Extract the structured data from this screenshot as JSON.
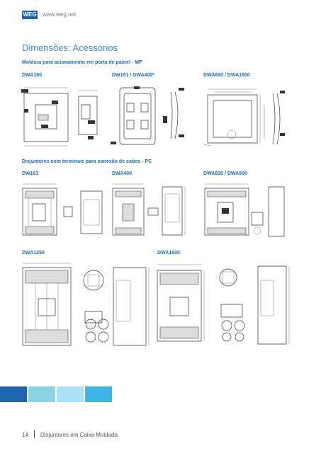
{
  "header": {
    "logo": "WEG",
    "url": "www.weg.net"
  },
  "page_title": "Dimensões: Acessórios",
  "section1": {
    "title": "Moldura para acionamento em porta de painel - MP",
    "labels": [
      "DWA160",
      "DW161 / DWA400*",
      "DWA630 / DWA1600"
    ]
  },
  "section2": {
    "title": "Disjuntores com terminais para conexão de cabos - PC",
    "labels": [
      "DW161",
      "DWA400",
      "DWA630 / DWA800"
    ]
  },
  "section3": {
    "labels": [
      "DWA1250",
      "DWA1600"
    ]
  },
  "footer": {
    "page_number": "14",
    "text": "Disjuntores em Caixa Moldada"
  },
  "colors": {
    "accent": "#1c6fb5",
    "squares": [
      "#1d66b0",
      "#8ad3e2",
      "#a9e1f5",
      "#3fb4e4"
    ]
  }
}
